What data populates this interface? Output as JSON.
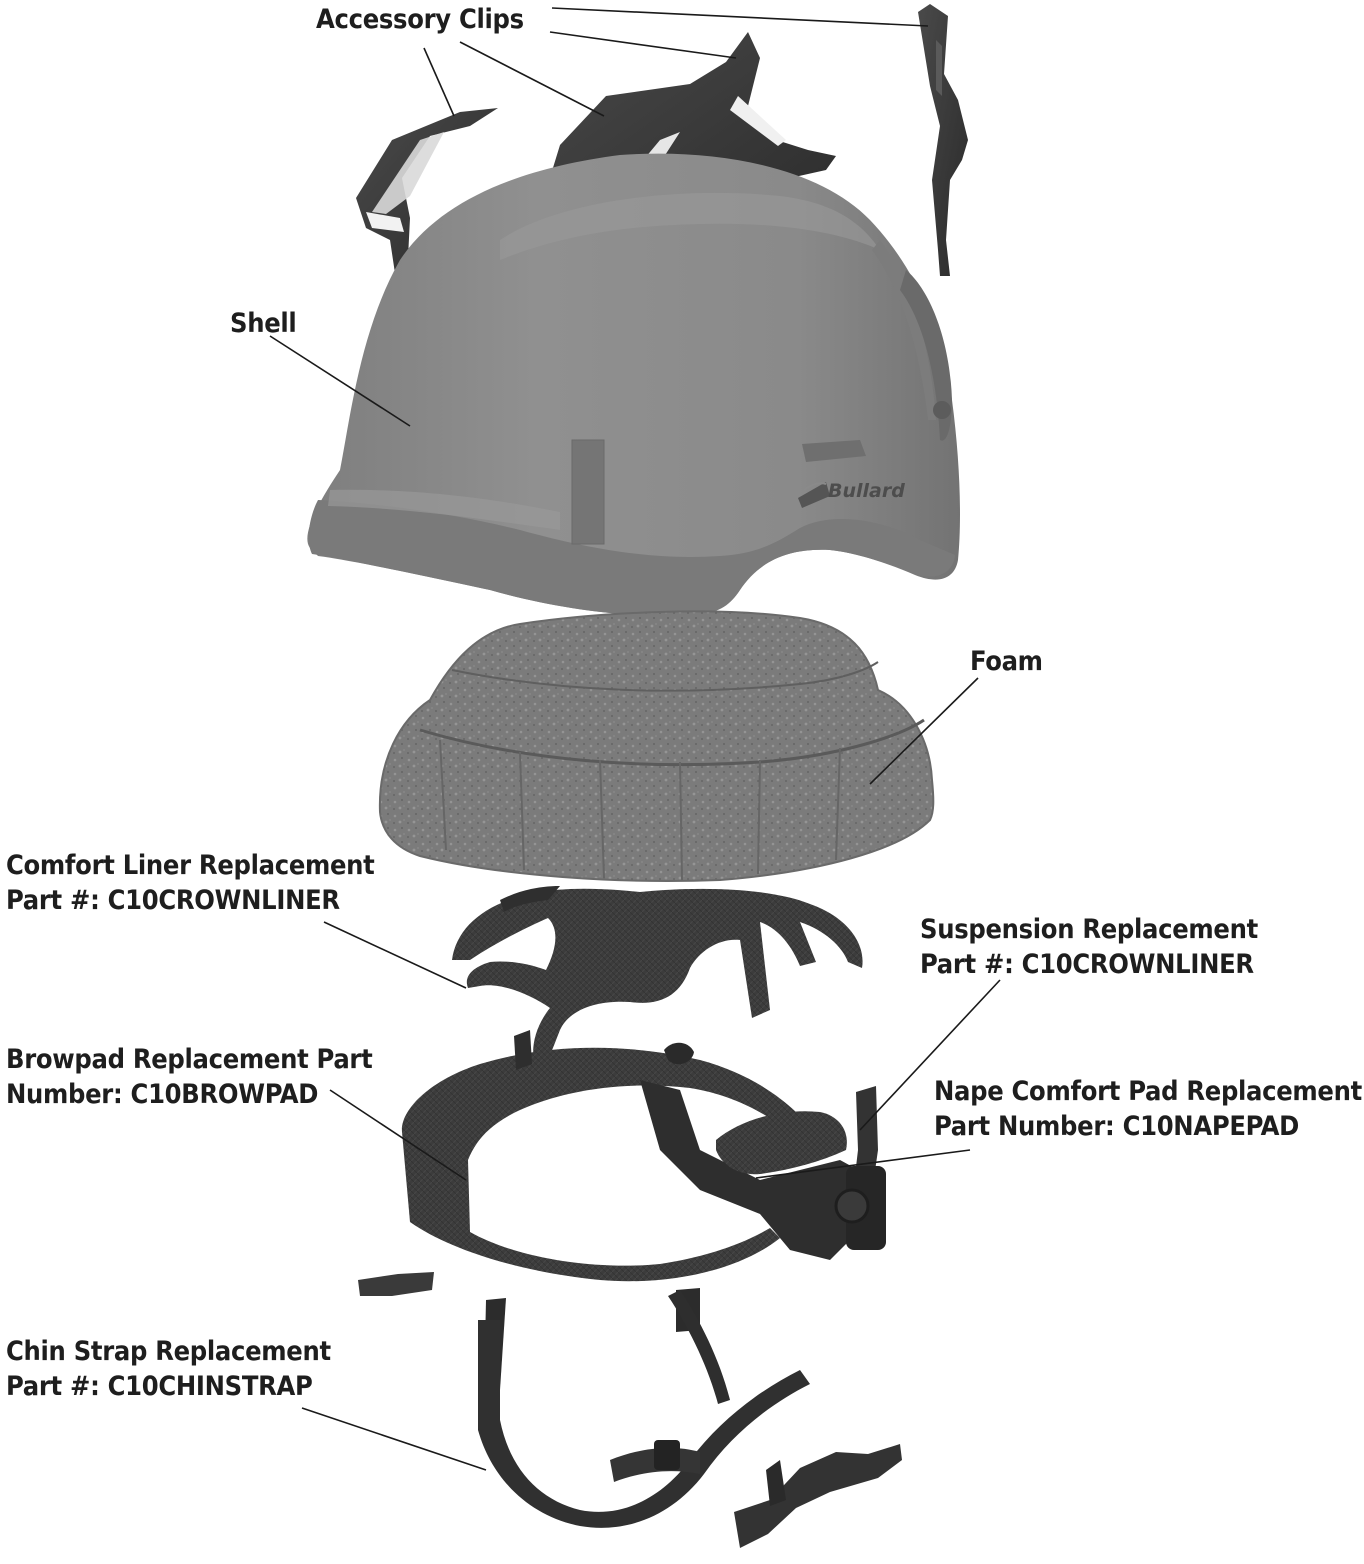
{
  "labels": {
    "accessory_clips": "Accessory Clips",
    "shell": "Shell",
    "foam": "Foam",
    "comfort_liner": {
      "line1": "Comfort Liner Replacement",
      "line2": "Part #: C10CROWNLINER"
    },
    "suspension": {
      "line1": "Suspension Replacement",
      "line2": "Part #: C10CROWNLINER"
    },
    "browpad": {
      "line1": "Browpad Replacement Part",
      "line2": "Number: C10BROWPAD"
    },
    "nape_pad": {
      "line1": "Nape Comfort Pad Replacement",
      "line2": "Part Number: C10NAPEPAD"
    },
    "chin_strap": {
      "line1": "Chin Strap Replacement",
      "line2": "Part #: C10CHINSTRAP"
    }
  },
  "brand_logo": "Bullard",
  "colors": {
    "shell": "#8a8a8a",
    "shell_dark": "#6e6e6e",
    "foam": "#7d7d7d",
    "clips": "#3a3a3a",
    "liner": "#3d3d3d",
    "suspension": "#2e2e2e",
    "leader": "#1a1a1a",
    "text": "#1e1e1e"
  }
}
